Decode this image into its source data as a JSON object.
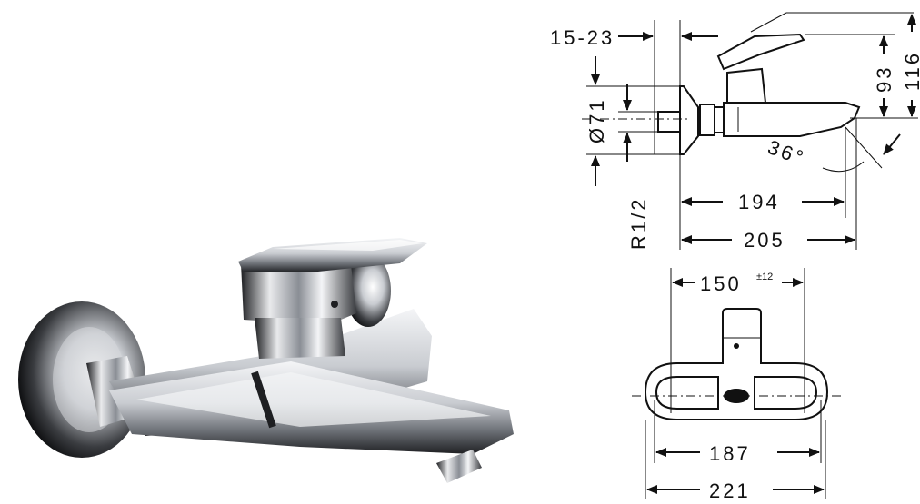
{
  "product_view": {
    "icon": "faucet-photo",
    "finish_colors": {
      "chrome_light": "#f4f5f7",
      "chrome_mid": "#a9adb3",
      "chrome_dark": "#1e1f22"
    }
  },
  "side_view": {
    "dimensions": {
      "wall_offset": "15-23",
      "escutcheon_diameter": "Ø71",
      "thread": "R1/2",
      "angle": "36°",
      "reach_spout": "194",
      "reach_total": "205",
      "height_spout": "93",
      "height_total": "116"
    }
  },
  "front_view": {
    "dimensions": {
      "center_distance": "150",
      "center_tolerance": "±12",
      "inner_width": "187",
      "outer_width": "221"
    }
  }
}
